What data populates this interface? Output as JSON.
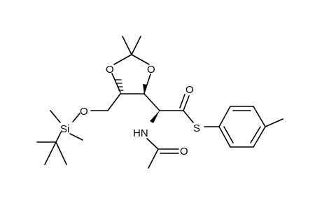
{
  "atoms": {
    "o_ring_left": "O",
    "o_ring_right": "O",
    "o_ether": "O",
    "si": "Si",
    "o_thioester": "O",
    "s": "S",
    "nh": "HN",
    "o_amide": "O"
  }
}
